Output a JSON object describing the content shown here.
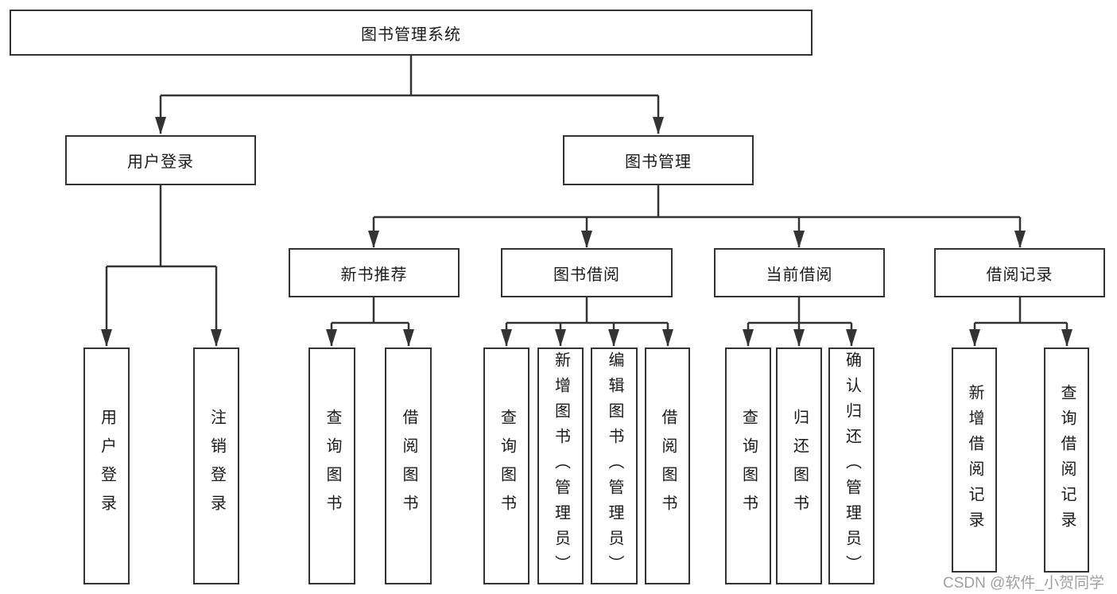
{
  "diagram": {
    "title": "图书管理系统",
    "watermark": "CSDN @软件_小贺同学",
    "colors": {
      "line": "#333333",
      "box_border": "#333333",
      "box_bg": "#ffffff",
      "text": "#1a1a1a",
      "watermark": "#9f9f9f"
    },
    "branches": [
      {
        "label": "用户登录",
        "children": [
          "用户登录",
          "注销登录"
        ]
      },
      {
        "label": "图书管理",
        "sections": [
          {
            "label": "新书推荐",
            "children": [
              "查询图书",
              "借阅图书"
            ]
          },
          {
            "label": "图书借阅",
            "children": [
              "查询图书",
              "新增图书（管理员）",
              "编辑图书（管理员）",
              "借阅图书"
            ]
          },
          {
            "label": "当前借阅",
            "children": [
              "查询图书",
              "归还图书",
              "确认归还（管理员）"
            ]
          },
          {
            "label": "借阅记录",
            "children": [
              "新增借阅记录",
              "查询借阅记录"
            ]
          }
        ]
      }
    ]
  }
}
